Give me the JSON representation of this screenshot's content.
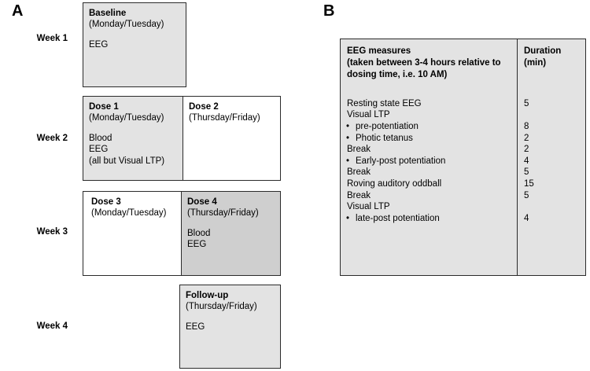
{
  "panels": {
    "a_letter": "A",
    "b_letter": "B"
  },
  "schedule": {
    "weeks": [
      {
        "label": "Week 1"
      },
      {
        "label": "Week 2"
      },
      {
        "label": "Week 3"
      },
      {
        "label": "Week 4"
      }
    ],
    "boxes": {
      "baseline": {
        "title": "Baseline",
        "days": "(Monday/Tuesday)",
        "items": [
          "EEG"
        ],
        "shade": "#e3e3e3"
      },
      "dose1": {
        "title": "Dose 1",
        "days": "(Monday/Tuesday)",
        "items": [
          "Blood",
          "EEG",
          "(all but Visual LTP)"
        ],
        "shade": "#e3e3e3"
      },
      "dose2": {
        "title": "Dose 2",
        "days": "(Thursday/Friday)",
        "items": [],
        "shade": "#ffffff"
      },
      "dose3": {
        "title": "Dose 3",
        "days": "(Monday/Tuesday)",
        "items": [],
        "shade": "#ffffff"
      },
      "dose4": {
        "title": "Dose 4",
        "days": "(Thursday/Friday)",
        "items": [
          "Blood",
          "EEG"
        ],
        "shade": "#cfcfcf"
      },
      "followup": {
        "title": "Follow-up",
        "days": "(Thursday/Friday)",
        "items": [
          "EEG"
        ],
        "shade": "#e3e3e3"
      }
    }
  },
  "eeg_table": {
    "header": {
      "measures_title": "EEG measures",
      "measures_note_line1": "(taken between 3-4 hours relative to",
      "measures_note_line2": "dosing time, i.e. 10 AM)",
      "duration_title": "Duration",
      "duration_unit": "(min)"
    },
    "rows": [
      {
        "measure": "Resting state EEG",
        "bullet": false,
        "duration": "5"
      },
      {
        "measure": "Visual LTP",
        "bullet": false,
        "duration": ""
      },
      {
        "measure": "pre-potentiation",
        "bullet": true,
        "duration": "8"
      },
      {
        "measure": "Photic tetanus",
        "bullet": true,
        "duration": "2"
      },
      {
        "measure": "Break",
        "bullet": false,
        "duration": "2"
      },
      {
        "measure": "Early-post potentiation",
        "bullet": true,
        "duration": "4"
      },
      {
        "measure": "Break",
        "bullet": false,
        "duration": "5"
      },
      {
        "measure": "Roving auditory oddball",
        "bullet": false,
        "duration": "15"
      },
      {
        "measure": "Break",
        "bullet": false,
        "duration": "5"
      },
      {
        "measure": "Visual LTP",
        "bullet": false,
        "duration": ""
      },
      {
        "measure": "late-post potentiation",
        "bullet": true,
        "duration": "4"
      }
    ]
  },
  "colors": {
    "border": "#2b2b2b",
    "shade_light": "#e3e3e3",
    "shade_dark": "#cfcfcf",
    "background": "#ffffff"
  }
}
